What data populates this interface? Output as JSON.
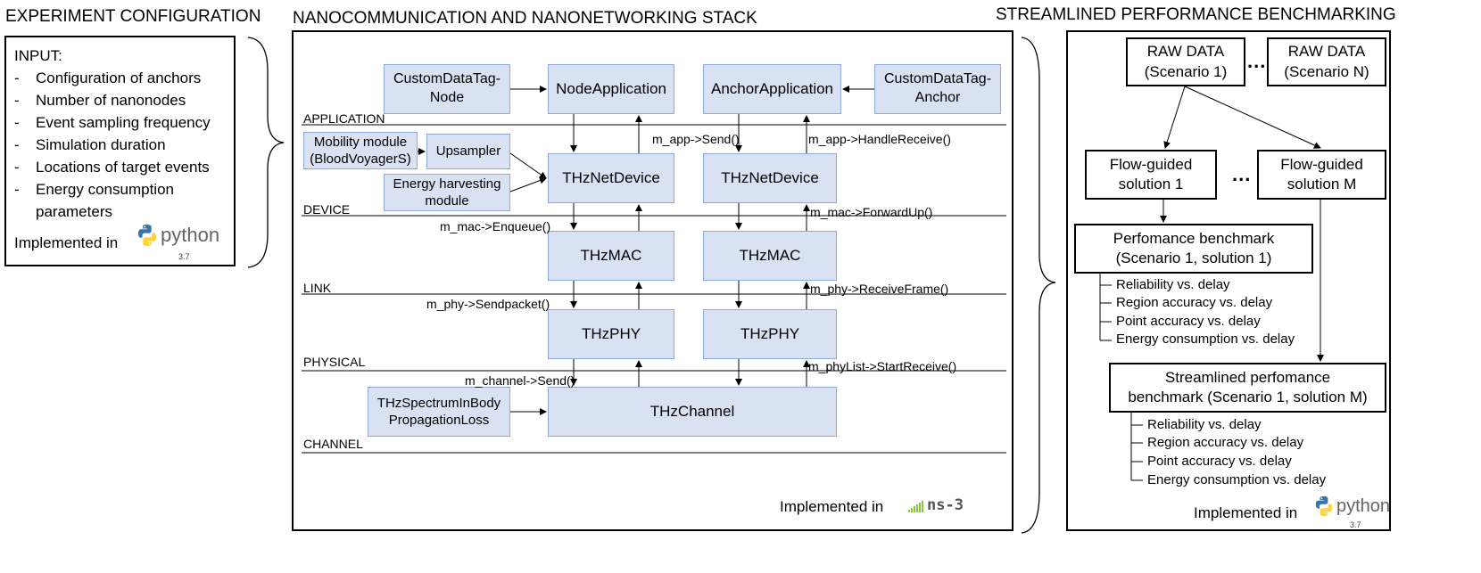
{
  "titles": {
    "left": "EXPERIMENT CONFIGURATION",
    "middle": "NANOCOMMUNICATION AND NANONETWORKING STACK",
    "right": "STREAMLINED PERFORMANCE BENCHMARKING"
  },
  "config": {
    "input_label": "INPUT:",
    "items": [
      "Configuration of anchors",
      "Number of nanonodes",
      "Event sampling frequency",
      "Simulation duration",
      "Locations of target events",
      "Energy consumption",
      "parameters"
    ],
    "implemented": "Implemented in",
    "python_word": "python",
    "python_version": "3.7"
  },
  "stack": {
    "layers": [
      "APPLICATION",
      "DEVICE",
      "LINK",
      "PHYSICAL",
      "CHANNEL"
    ],
    "blocks": {
      "custom_node": [
        "CustomDataTag-",
        "Node"
      ],
      "node_app": "NodeApplication",
      "anchor_app": "AnchorApplication",
      "custom_anchor": [
        "CustomDataTag-",
        "Anchor"
      ],
      "mobility": [
        "Mobility module",
        "(BloodVoyagerS)"
      ],
      "upsampler": "Upsampler",
      "energy": [
        "Energy harvesting",
        "module"
      ],
      "netdev_left": "THzNetDevice",
      "netdev_right": "THzNetDevice",
      "mac_left": "THzMAC",
      "mac_right": "THzMAC",
      "phy_left": "THzPHY",
      "phy_right": "THzPHY",
      "spectrum": [
        "THzSpectrumInBody",
        "PropagationLoss"
      ],
      "channel": "THzChannel"
    },
    "calls": {
      "app_send": "m_app->Send()",
      "app_receive": "m_app->HandleReceive()",
      "mac_enqueue": "m_mac->Enqueue()",
      "mac_forward": "m_mac->ForwardUp()",
      "phy_send": "m_phy->Sendpacket()",
      "phy_receive": "m_phy->ReceiveFrame()",
      "channel_send": "m_channel->Send()",
      "phylist_start": "m_phyList->StartReceive()"
    },
    "implemented": "Implemented in",
    "ns3": "ns-3"
  },
  "bench": {
    "raw1": [
      "RAW DATA",
      "(Scenario 1)"
    ],
    "rawN": [
      "RAW DATA",
      "(Scenario N)"
    ],
    "flow1": [
      "Flow-guided",
      "solution 1"
    ],
    "flowM": [
      "Flow-guided",
      "solution M"
    ],
    "dots": "...",
    "perf1": [
      "Perfomance benchmark",
      "(Scenario 1, solution 1)"
    ],
    "perf1_items": [
      "Reliability vs. delay",
      "Region accuracy vs. delay",
      "Point accuracy vs. delay",
      "Energy consumption vs. delay"
    ],
    "streamlined": [
      "Streamlined perfomance",
      "benchmark (Scenario 1, solution M)"
    ],
    "streamlined_items": [
      "Reliability vs. delay",
      "Region accuracy vs. delay",
      "Point accuracy vs. delay",
      "Energy consumption vs. delay"
    ],
    "implemented": "Implemented in",
    "python_word": "python",
    "python_version": "3.7"
  },
  "colors": {
    "block_fill": "#d9e2f3",
    "block_border": "#8eaadb",
    "python_blue": "#3776ab",
    "python_yellow": "#ffd43b",
    "ns3_green": "#8cc63f"
  }
}
